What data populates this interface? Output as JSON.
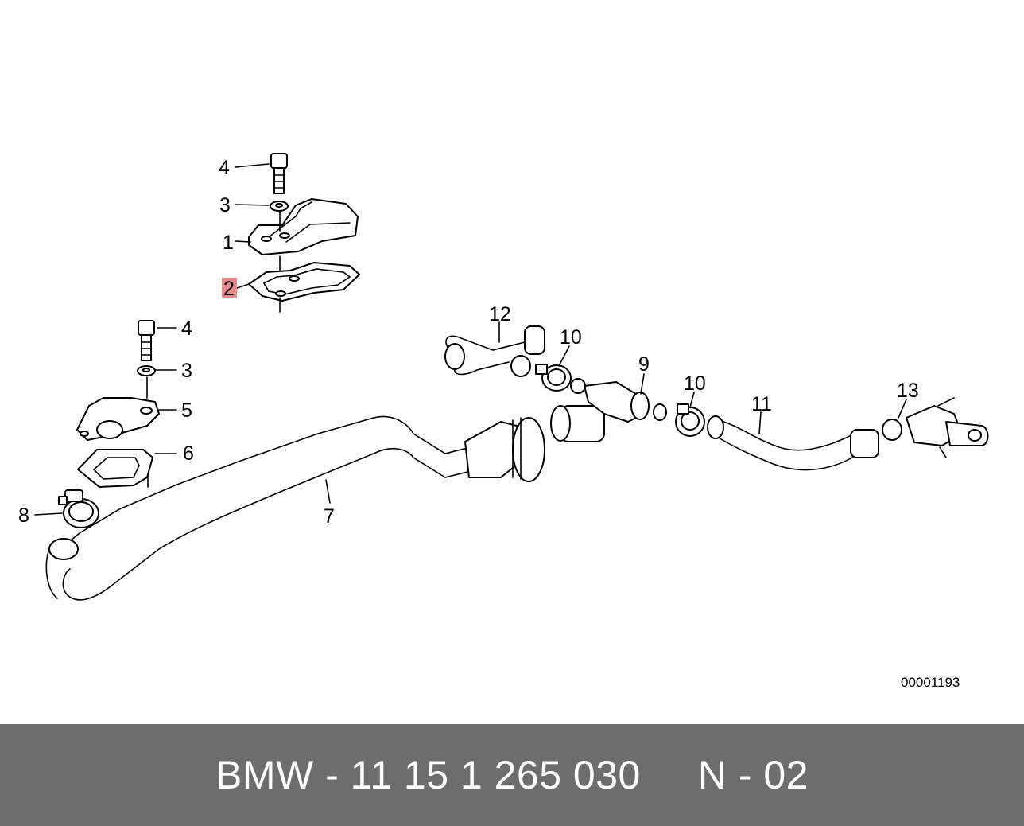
{
  "diagram": {
    "callouts": [
      "4",
      "3",
      "1",
      "2",
      "4",
      "3",
      "5",
      "6",
      "8",
      "7",
      "12",
      "10",
      "9",
      "10",
      "11",
      "13"
    ],
    "highlighted_callout": "2",
    "highlight_color": "#e88a8a",
    "drawing_id": "00001193"
  },
  "footer": {
    "part_number_text": "BMW - 11 15 1 265 030",
    "diagram_ref": "N - 02",
    "background_color": "#6d6d6d"
  }
}
